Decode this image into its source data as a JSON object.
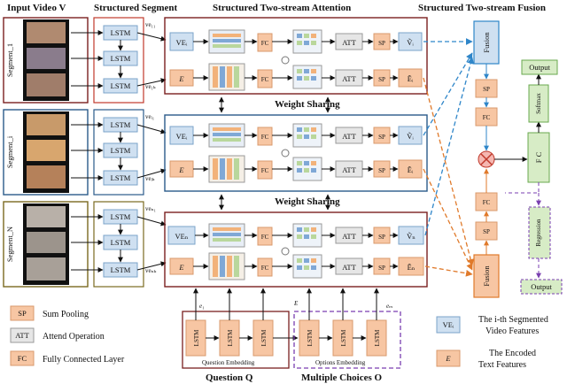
{
  "headers": {
    "input_video": "Input Video V",
    "structured_segment": "Structured Segment",
    "structured_attention": "Structured Two-stream Attention",
    "structured_fusion": "Structured Two-stream Fusion"
  },
  "segments": [
    {
      "label": "Segment_1",
      "top": "ve₁₁",
      "bottom": "ve₁ₖ",
      "ve": "VEᵢ",
      "e": "E",
      "out_v": "Ṽᵢ",
      "out_e": "Ẽᵢ"
    },
    {
      "label": "Segment_i",
      "top": "veᵢ₁",
      "bottom": "veᵢₖ",
      "ve": "VEᵢ",
      "e": "E",
      "out_v": "Ṽᵢ",
      "out_e": "Ẽᵢ"
    },
    {
      "label": "Segment_N",
      "top": "veₙ₁",
      "bottom": "veₙₖ",
      "ve": "VEₙ",
      "e": "E",
      "out_v": "Ṽₙ",
      "out_e": "Ẽₙ"
    }
  ],
  "blocks": {
    "lstm": "LSTM",
    "fc": "FC",
    "att": "ATT",
    "sp": "SP",
    "weight_sharing": "Weight Sharing",
    "fusion": "Fusion",
    "softmax": "Softmax",
    "fc_big": "F C",
    "output": "Output",
    "regression": "Regression"
  },
  "bottom": {
    "question_embedding": "Question Embedding",
    "options_embedding": "Options Embedding",
    "question": "Question Q",
    "choices": "Multiple Choices O",
    "e1": "e₁",
    "E": "E",
    "eM": "eₘ"
  },
  "legend": {
    "sp": "SP",
    "sp_desc": "Sum Pooling",
    "att": "ATT",
    "att_desc": "Attend Operation",
    "fc": "FC",
    "fc_desc": "Fully Connected Layer",
    "ve": "VEᵢ",
    "ve_desc1": "The i-th Segmented",
    "ve_desc2": "Video Features",
    "e": "E",
    "e_desc1": "The Encoded",
    "e_desc2": "Text Features"
  },
  "colors": {
    "orange": "#f7c6a3",
    "blue": "#cfe0f1",
    "lightgreen": "#d7ecc6",
    "frame_dark": "#7a1f1f",
    "frame_blue": "#2a5a8a",
    "frame_olive": "#7a6a20",
    "dash_blue": "#2f86c9",
    "dash_orange": "#e07a2b",
    "dash_purple": "#7a3fb0"
  }
}
